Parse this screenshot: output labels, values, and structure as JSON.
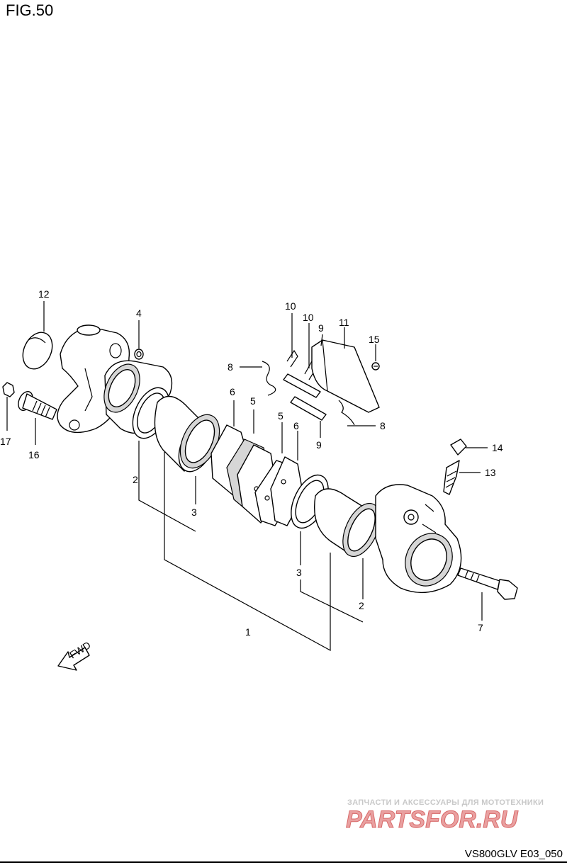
{
  "header": {
    "figure_label": "FIG.50"
  },
  "footer": {
    "drawing_code": "VS800GLV E03_050"
  },
  "watermark": {
    "tagline": "ЗАПЧАСТИ И АКСЕССУАРЫ ДЛЯ МОТОТЕХНИКИ",
    "logo_text": "PARTSFOR.RU",
    "color": "#c8c8c8"
  },
  "fwd_arrow": {
    "label": "FWD"
  },
  "callouts": [
    {
      "id": "c12",
      "label": "12"
    },
    {
      "id": "c4",
      "label": "4"
    },
    {
      "id": "c17",
      "label": "17"
    },
    {
      "id": "c16",
      "label": "16"
    },
    {
      "id": "c2a",
      "label": "2"
    },
    {
      "id": "c3a",
      "label": "3"
    },
    {
      "id": "c6a",
      "label": "6"
    },
    {
      "id": "c5a",
      "label": "5"
    },
    {
      "id": "c5b",
      "label": "5"
    },
    {
      "id": "c6b",
      "label": "6"
    },
    {
      "id": "c8a",
      "label": "8"
    },
    {
      "id": "c10a",
      "label": "10"
    },
    {
      "id": "c10b",
      "label": "10"
    },
    {
      "id": "c9a",
      "label": "9"
    },
    {
      "id": "c11",
      "label": "11"
    },
    {
      "id": "c15",
      "label": "15"
    },
    {
      "id": "c8b",
      "label": "8"
    },
    {
      "id": "c9b",
      "label": "9"
    },
    {
      "id": "c14",
      "label": "14"
    },
    {
      "id": "c13",
      "label": "13"
    },
    {
      "id": "c3b",
      "label": "3"
    },
    {
      "id": "c2b",
      "label": "2"
    },
    {
      "id": "c7",
      "label": "7"
    },
    {
      "id": "c1",
      "label": "1"
    }
  ]
}
